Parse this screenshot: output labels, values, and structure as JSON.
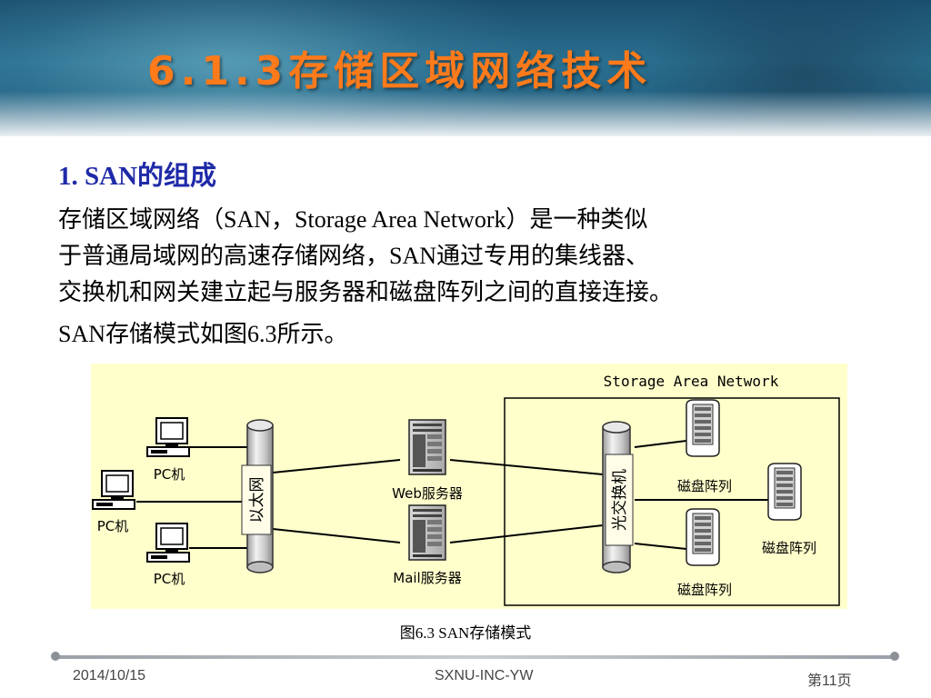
{
  "slide": {
    "title": "6.1.3存储区域网络技术",
    "section_heading": "1. SAN的组成",
    "paragraph_lines": [
      "存储区域网络（SAN，Storage Area Network）是一种类似",
      "于普通局域网的高速存储网络，SAN通过专用的集线器、",
      "交换机和网关建立起与服务器和磁盘阵列之间的直接连接。"
    ],
    "paragraph2": "SAN存储模式如图6.3所示。",
    "caption": "图6.3 SAN存储模式"
  },
  "diagram": {
    "san_box_label": "Storage Area Network",
    "ethernet_label": "以太网",
    "fc_switch_label": "光交换机",
    "pc_labels": [
      "PC机",
      "PC机",
      "PC机"
    ],
    "web_server_label": "Web服务器",
    "mail_server_label": "Mail服务器",
    "disk_array_labels": [
      "磁盘阵列",
      "磁盘阵列",
      "磁盘阵列"
    ]
  },
  "footer": {
    "date": "2014/10/15",
    "center": "SXNU-INC-YW",
    "page": "第11页"
  },
  "colors": {
    "title": "#ff7a1a",
    "heading": "#1f2aa8",
    "diagram_bg": "#ffffcc"
  }
}
